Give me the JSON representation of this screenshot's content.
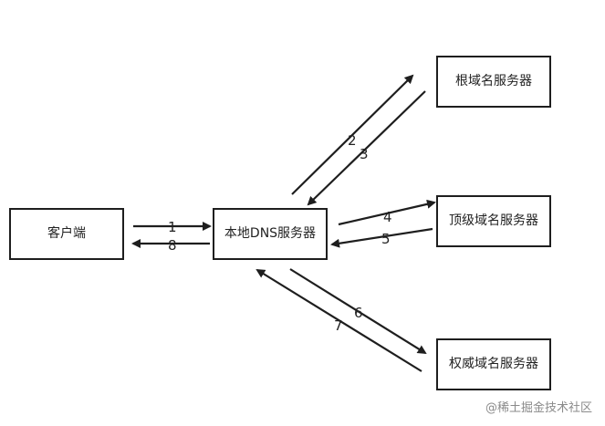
{
  "nodes": {
    "client": "客户端",
    "local_dns": "本地DNS服务器",
    "root_dns": "根域名服务器",
    "tld_dns": "顶级域名服务器",
    "authoritative_dns": "权威域名服务器"
  },
  "steps": [
    "1",
    "2",
    "3",
    "4",
    "5",
    "6",
    "7",
    "8"
  ],
  "watermark": "@稀土掘金技术社区",
  "colors": {
    "line": "#1e1e1e",
    "text": "#222222",
    "watermark": "#8a8a8a"
  }
}
